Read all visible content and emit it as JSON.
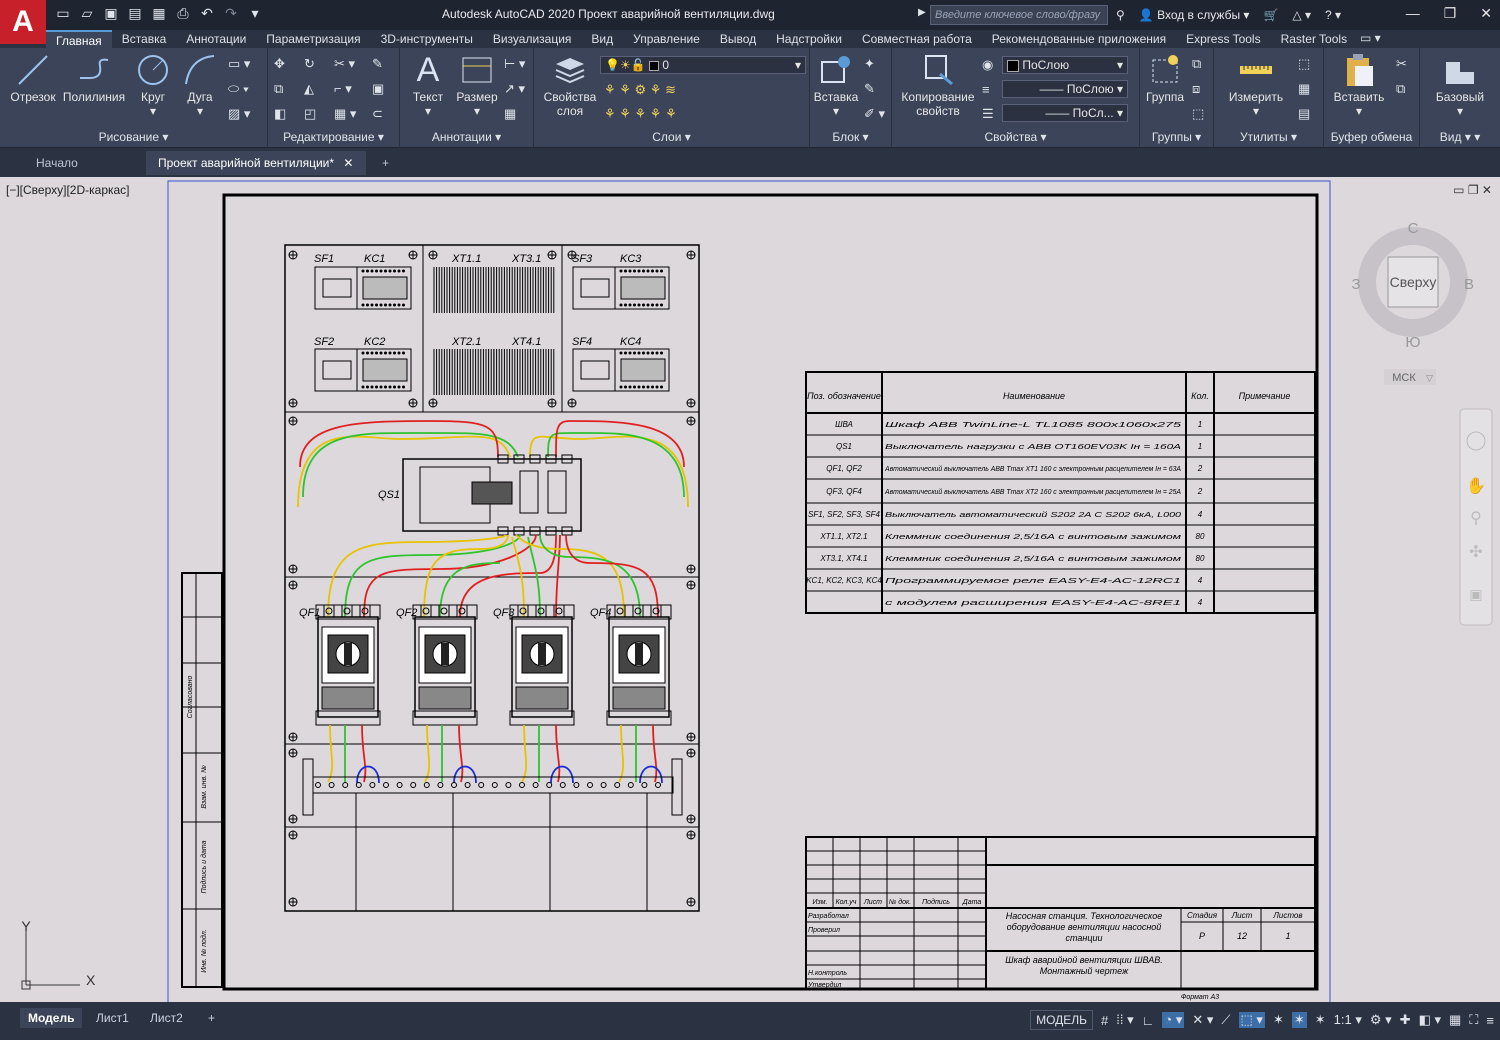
{
  "app": {
    "logo": "A",
    "title": "Autodesk AutoCAD 2020   Проект аварийной вентиляции.dwg",
    "search_placeholder": "Введите ключевое слово/фразу",
    "signin": "Вход в службы",
    "colors": {
      "logo": "#c8202a",
      "accent": "#5b9bd5"
    }
  },
  "ribbon_tabs": [
    "Главная",
    "Вставка",
    "Аннотации",
    "Параметризация",
    "3D-инструменты",
    "Визуализация",
    "Вид",
    "Управление",
    "Вывод",
    "Надстройки",
    "Совместная работа",
    "Рекомендованные приложения",
    "Express Tools",
    "Raster Tools"
  ],
  "ribbon": {
    "draw": {
      "title": "Рисование",
      "line": "Отрезок",
      "polyline": "Полилиния",
      "circle": "Круг",
      "arc": "Дуга"
    },
    "modify": {
      "title": "Редактирование"
    },
    "annot": {
      "title": "Аннотации",
      "text": "Текст",
      "dim": "Размер"
    },
    "layers": {
      "title": "Слои",
      "props": "Свойства слоя",
      "layer_value": "0"
    },
    "block": {
      "title": "Блок",
      "insert": "Вставка"
    },
    "props": {
      "title": "Свойства",
      "match": "Копирование свойств",
      "color": "ПоСлою",
      "linetype": "ПоСлою",
      "lineweight": "ПоСл..."
    },
    "groups": {
      "title": "Группы",
      "group": "Группа"
    },
    "utils": {
      "title": "Утилиты",
      "measure": "Измерить"
    },
    "clipboard": {
      "title": "Буфер обмена",
      "paste": "Вставить"
    },
    "view": {
      "title": "Вид",
      "base": "Базовый"
    }
  },
  "doc_tabs": {
    "home": "Начало",
    "active": "Проект аварийной вентиляции*",
    "close": "✕",
    "add": "+"
  },
  "viewport": {
    "label": "[−][Сверху][2D-каркас]",
    "viewcube": {
      "face": "Сверху",
      "n": "С",
      "s": "Ю",
      "w": "З",
      "e": "В",
      "ucs": "МСК"
    },
    "ucs_x": "X",
    "ucs_y": "Y"
  },
  "drawing": {
    "spec_headers": [
      "Поз. обозначение",
      "Наименование",
      "Кол.",
      "Примечание"
    ],
    "spec_rows": [
      [
        "ШВА",
        "Шкаф ABB TwinLine-L TL1085 800х1060х275",
        "1",
        ""
      ],
      [
        "QS1",
        "Выключатель нагрузки с ABB OT160EV03K Iн = 160А",
        "1",
        ""
      ],
      [
        "QF1, QF2",
        "Автоматический выключатель ABB Tmax XT1 160 с электронным расцепителем Iн = 63А",
        "2",
        ""
      ],
      [
        "QF3, QF4",
        "Автоматический выключатель ABB Tmax XT2 160 с электронным расцепителем Iн = 25А",
        "2",
        ""
      ],
      [
        "SF1, SF2, SF3, SF4",
        "Выключатель автоматический S202 2А C S202 6кА, L000",
        "4",
        ""
      ],
      [
        "XT1.1, XT2.1",
        "Клеммник соединения 2,5/16А с винтовым зажимом",
        "80",
        ""
      ],
      [
        "XT3.1, XT4.1",
        "Клеммник соединения 2,5/16А с винтовым зажимом",
        "80",
        ""
      ],
      [
        "KC1, KC2, KC3, KC4",
        "Программируемое реле EASY-E4-AC-12RC1",
        "4",
        ""
      ],
      [
        "",
        "с модулем расширения EASY-E4-AC-8RE1",
        "4",
        ""
      ]
    ],
    "labels": {
      "sf1": "SF1",
      "kc1": "KC1",
      "sf2": "SF2",
      "kc2": "KC2",
      "xt11": "XT1.1",
      "xt31": "XT3.1",
      "xt21": "XT2.1",
      "xt41": "XT4.1",
      "sf3": "SF3",
      "kc3": "KC3",
      "sf4": "SF4",
      "kc4": "KC4",
      "qs1": "QS1",
      "qf1": "QF1",
      "qf2": "QF2",
      "qf3": "QF3",
      "qf4": "QF4"
    },
    "stamp": {
      "cols": [
        "Изм.",
        "Кол.уч",
        "Лист",
        "№ док.",
        "Подпись",
        "Дата"
      ],
      "roles": [
        "Разработал",
        "Проверил",
        "",
        "",
        "Н.контроль",
        "Утвердил"
      ],
      "title1": "Насосная станция. Технологическое оборудование вентиляции насосной станции",
      "title2": "Шкаф аварийной вентиляции ШВАВ. Монтажный чертеж",
      "h_stage": "Стадия",
      "h_sheet": "Лист",
      "h_sheets": "Листов",
      "stage": "Р",
      "sheet": "12",
      "sheets": "1",
      "format": "Формат А3"
    },
    "side_labels": [
      "Согласовано",
      "Взам. инв. №",
      "Подпись и дата",
      "Инв. № подл."
    ]
  },
  "status": {
    "tabs": [
      "Модель",
      "Лист1",
      "Лист2"
    ],
    "add": "+",
    "model": "МОДЕЛЬ",
    "scale": "1:1"
  }
}
